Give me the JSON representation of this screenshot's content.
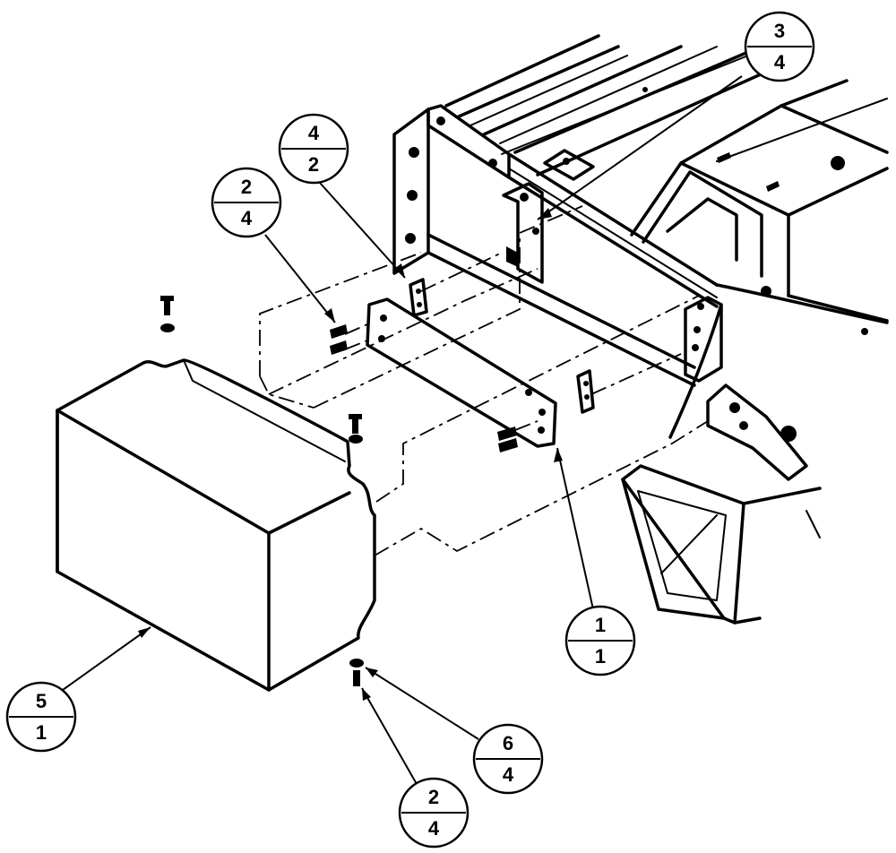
{
  "callouts": [
    {
      "id": "c-3-4",
      "item": "3",
      "qty": "4"
    },
    {
      "id": "c-4-2",
      "item": "4",
      "qty": "2"
    },
    {
      "id": "c-2-4-upper",
      "item": "2",
      "qty": "4"
    },
    {
      "id": "c-1-1",
      "item": "1",
      "qty": "1"
    },
    {
      "id": "c-5-1",
      "item": "5",
      "qty": "1"
    },
    {
      "id": "c-6-4",
      "item": "6",
      "qty": "4"
    },
    {
      "id": "c-2-4-lower",
      "item": "2",
      "qty": "4"
    }
  ]
}
